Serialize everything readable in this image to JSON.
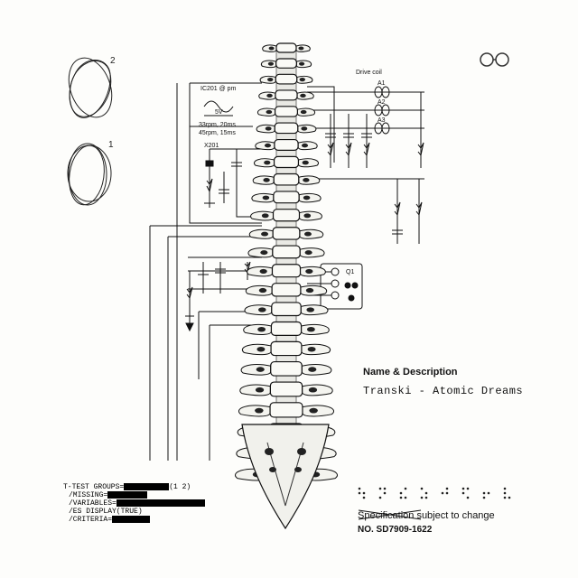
{
  "cover": {
    "description_heading": "Name & Description",
    "artist_title": "Transki - Atomic Dreams",
    "spec_prefix": "Specification",
    "spec_suffix": "subject to change",
    "spec_number": "NO. SD7909-1622"
  },
  "circuit_labels": {
    "drive": "Drive coil",
    "coils": [
      "A1",
      "A2",
      "A3"
    ],
    "ic": "IC201 @ pm",
    "voltage": "5V",
    "rpm1": "33rpm, 20ms",
    "rpm2": "45rpm, 15ms",
    "x201": "X201",
    "q1": "Q1"
  },
  "shape_labels": [
    "2",
    "1"
  ],
  "code_block": {
    "line1_a": "T-TEST GROUPS=",
    "line1_b": "(1 2)",
    "line2": "/MISSING=",
    "line3": "/VARIABLES=",
    "line4": "/ES DISPLAY(TRUE)",
    "line5": "/CRITERIA="
  },
  "colors": {
    "ink": "#111111",
    "paper": "#fdfdfb"
  }
}
